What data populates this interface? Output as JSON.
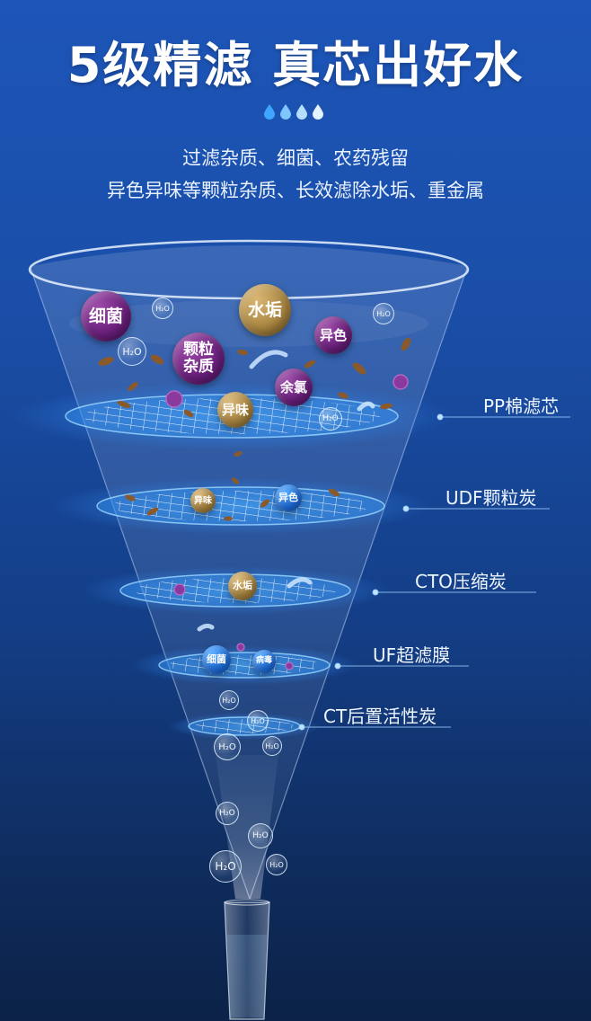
{
  "title": "5级精滤 真芯出好水",
  "subtitle_line1": "过滤杂质、细菌、农药残留",
  "subtitle_line2": "异色异味等颗粒杂质、长效滤除水垢、重金属",
  "stages": [
    {
      "label": "PP棉滤芯"
    },
    {
      "label": "UDF颗粒炭"
    },
    {
      "label": "CTO压缩炭"
    },
    {
      "label": "UF超滤膜"
    },
    {
      "label": "CT后置活性炭"
    }
  ],
  "contaminants": {
    "bacteria": "细菌",
    "scale": "水垢",
    "particles": "颗粒杂质",
    "color": "异色",
    "chlorine": "余氯",
    "odor": "异味",
    "virus": "病毒"
  },
  "bubble_text": "H₂O",
  "colors": {
    "accent_line": "#9fd0ff",
    "impurity_purple": "#7a2a8c",
    "impurity_gold": "#b08f4a",
    "impurity_blue": "#1f74e6"
  }
}
